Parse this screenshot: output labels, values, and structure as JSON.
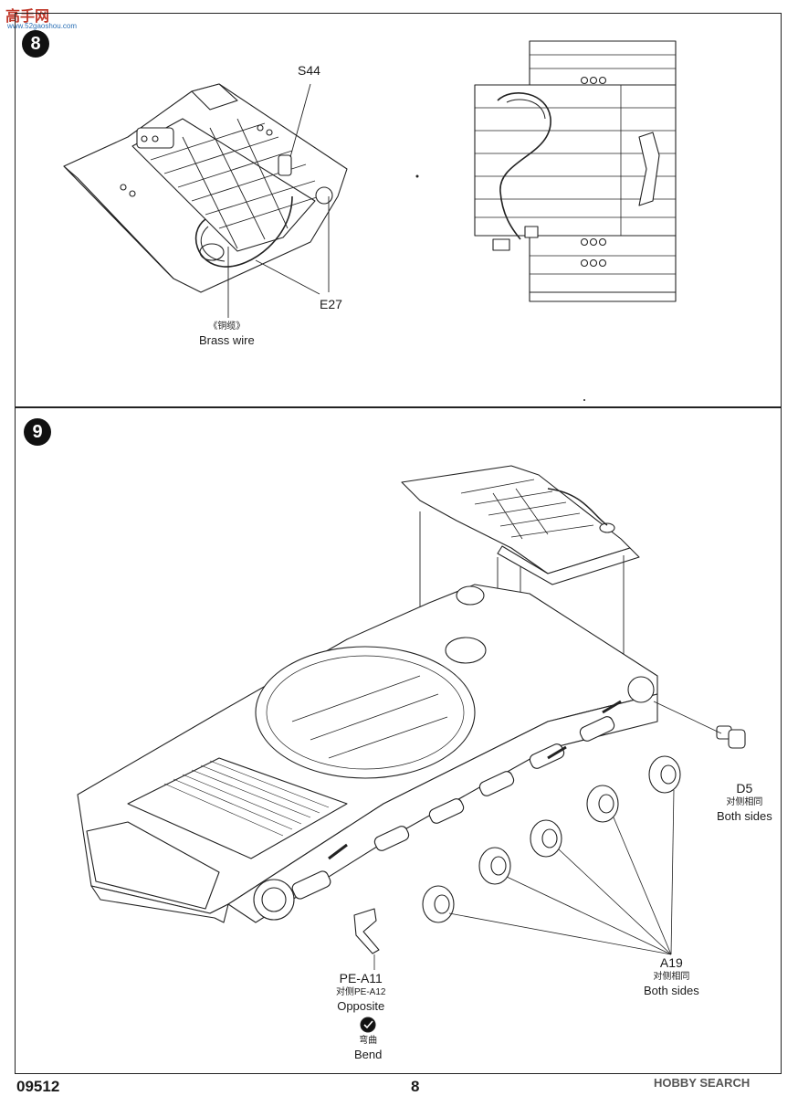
{
  "watermark_top": {
    "main": "高手网",
    "sub": "www.52gaoshou.com"
  },
  "step8": {
    "number": "8",
    "labels": {
      "s44": "S44",
      "e27": "E27",
      "brass_cn": "《铜缆》",
      "brass_en": "Brass wire"
    }
  },
  "step9": {
    "number": "9",
    "labels": {
      "d5": "D5",
      "d5_cn": "对侧相同",
      "d5_en": "Both sides",
      "a19": "A19",
      "a19_cn": "对侧相同",
      "a19_en": "Both sides",
      "pea11": "PE-A11",
      "pea12": "对侧PE-A12",
      "opposite": "Opposite",
      "bend_cn": "弯曲",
      "bend_en": "Bend"
    }
  },
  "footer": {
    "kit_number": "09512",
    "page_number": "8",
    "source_logo": "HOBBY SEARCH"
  }
}
